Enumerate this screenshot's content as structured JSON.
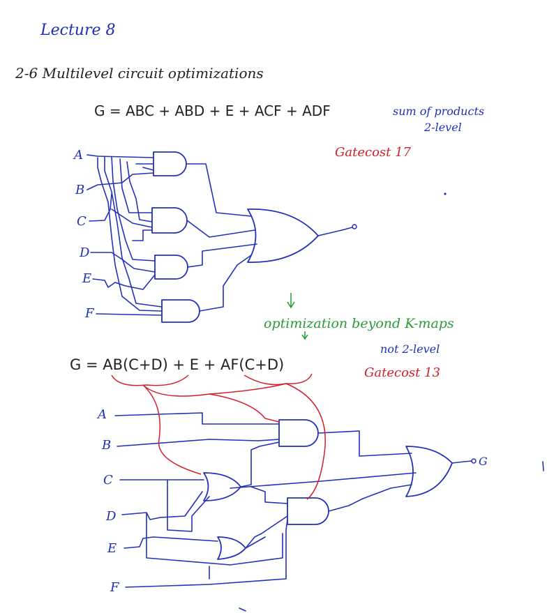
{
  "title": "Lecture 8",
  "section": "2-6 Multilevel circuit optimizations",
  "eq1": "G = ABC + ABD + E + ACF + ADF",
  "eq1_note_1": "sum of products",
  "eq1_note_2": "2-level",
  "gatecost1": "Gatecost 17",
  "inputs1": [
    "A",
    "B",
    "C",
    "D",
    "E",
    "F"
  ],
  "optimization_note": "optimization beyond K-maps",
  "eq2": "G = AB(C+D) + E + AF(C+D)",
  "eq2_note_1": "not 2-level",
  "gatecost2": "Gatecost 13",
  "inputs2": [
    "A",
    "B",
    "C",
    "D",
    "E",
    "F"
  ],
  "output2": "G"
}
